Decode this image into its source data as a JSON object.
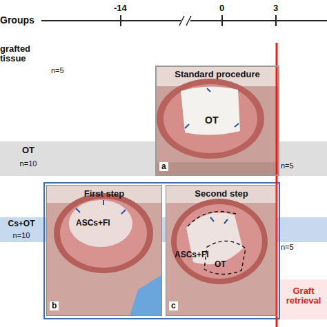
{
  "diagram": {
    "nodes": [
      {
        "text": [
          "Standard procedure",
          "OT",
          "a"
        ]
      },
      {
        "text": [
          "OT",
          "n=10"
        ]
      },
      {
        "text": [
          "First step",
          "ASCs+FI",
          "b"
        ]
      },
      {
        "text": [
          "Second step",
          "ASCs+FI",
          "OT",
          "c"
        ]
      },
      {
        "text": [
          "Cs+OT",
          "n=10"
        ]
      },
      {
        "text": [
          "Graft retrieval"
        ]
      }
    ],
    "labels": [
      "Groups",
      "-14",
      "0",
      "3",
      "grafted tissue",
      "n=5",
      "n=5",
      "n=5"
    ]
  }
}
